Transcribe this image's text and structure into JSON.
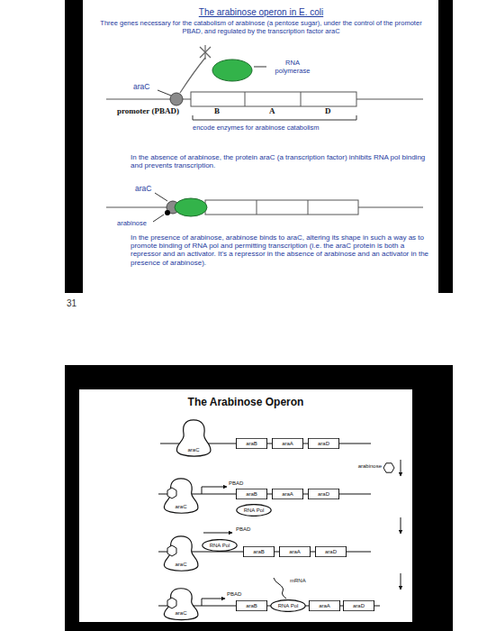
{
  "diagram": {
    "title": "The arabinose operon in E. coli",
    "nodes": [
      {
        "text": [
          "araC"
        ]
      },
      {
        "text": [
          "araB"
        ]
      },
      {
        "text": [
          "araA"
        ]
      },
      {
        "text": [
          "araD"
        ]
      },
      {
        "text": [
          "araC"
        ]
      },
      {
        "text": [
          "araB"
        ]
      },
      {
        "text": [
          "araA"
        ]
      },
      {
        "text": [
          "araD"
        ]
      },
      {
        "text": [
          "RNA Pol"
        ]
      },
      {
        "text": [
          "RNA Pol"
        ]
      },
      {
        "text": [
          "araC"
        ]
      },
      {
        "text": [
          "araB"
        ]
      },
      {
        "text": [
          "araA"
        ]
      },
      {
        "text": [
          "araD"
        ]
      },
      {
        "text": [
          "araC"
        ]
      },
      {
        "text": [
          "araB"
        ]
      },
      {
        "text": [
          "RNA Pol"
        ]
      },
      {
        "text": [
          "araA"
        ]
      },
      {
        "text": [
          "araD"
        ]
      }
    ],
    "labels": [
      "Three genes necessary for the catabolism of arabinose (a pentose sugar), under the control of the promoter PBAD, and regulated by the transcription factor araC",
      "RNA polymerase",
      "araC",
      "promoter (PBAD)",
      "B",
      "A",
      "D",
      "encode enzymes for arabinose catabolism",
      "In the absence of arabinose, the protein araC (a transcription factor) inhibits RNA pol binding and prevents transcription.",
      "araC",
      "arabinose",
      "In the presence of arabinose, arabinose binds to araC, altering its shape in such a way as to promote binding of RNA pol and permitting transcription (i.e. the araC protein is both a repressor and an activator. It's a repressor in the absence of arabinose and an activator in the presence of arabinose).",
      "31",
      "The Arabinose Operon",
      "arabinose",
      "PBAD",
      "PBAD",
      "PBAD",
      "mRNA"
    ]
  }
}
